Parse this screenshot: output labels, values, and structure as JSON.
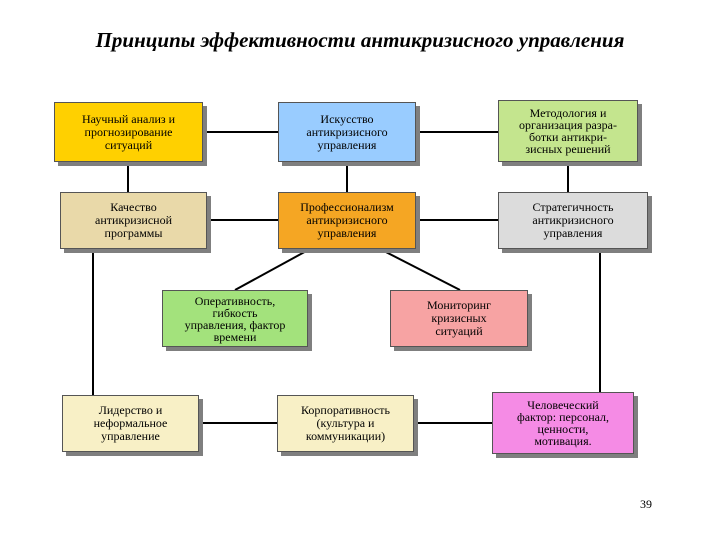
{
  "title": "Принципы эффективности антикризисного управления",
  "page_number": "39",
  "colors": {
    "yellow": "#ffd000",
    "blue": "#99ccff",
    "light_green": "#c4e58e",
    "tan": "#e9d9a9",
    "orange": "#f5a623",
    "gray": "#dcdcdc",
    "green": "#a3e27c",
    "salmon": "#f7a3a3",
    "beige": "#f8f0c6",
    "pink": "#f58be5"
  },
  "nodes": [
    {
      "id": "n1",
      "label": "Научный анализ и\nпрогнозирование\nситуаций",
      "color": "yellow"
    },
    {
      "id": "n2",
      "label": "Искусство\nантикризисного\nуправления",
      "color": "blue"
    },
    {
      "id": "n3",
      "label": "Методология и\nорганизация разра-\nботки антикри-\nзисных решений",
      "color": "light_green"
    },
    {
      "id": "n4",
      "label": "Качество\nантикризисной\nпрограммы",
      "color": "tan"
    },
    {
      "id": "n5",
      "label": "Профессионализм\nантикризисного\nуправления",
      "color": "orange"
    },
    {
      "id": "n6",
      "label": "Стратегичность\nантикризисного\nуправления",
      "color": "gray"
    },
    {
      "id": "n7",
      "label": "Оперативность,\nгибкость\nуправления, фактор\nвремени",
      "color": "green"
    },
    {
      "id": "n8",
      "label": "Мониторинг\nкризисных\nситуаций",
      "color": "salmon"
    },
    {
      "id": "n9",
      "label": "Лидерство и\nнеформальное\nуправление",
      "color": "beige"
    },
    {
      "id": "n10",
      "label": "Корпоративность\n(культура и\nкоммуникации)",
      "color": "beige"
    },
    {
      "id": "n11",
      "label": "Человеческий\nфактор: персонал,\nценности,\nмотивация.",
      "color": "pink"
    }
  ],
  "edges": [
    [
      "n1",
      "n2"
    ],
    [
      "n2",
      "n3"
    ],
    [
      "n4",
      "n5"
    ],
    [
      "n5",
      "n6"
    ],
    [
      "n1",
      "n4"
    ],
    [
      "n2",
      "n5"
    ],
    [
      "n3",
      "n6"
    ],
    [
      "n5",
      "n7"
    ],
    [
      "n5",
      "n8"
    ],
    [
      "n4",
      "n9"
    ],
    [
      "n9",
      "n10"
    ],
    [
      "n10",
      "n11"
    ],
    [
      "n6",
      "n11"
    ]
  ]
}
